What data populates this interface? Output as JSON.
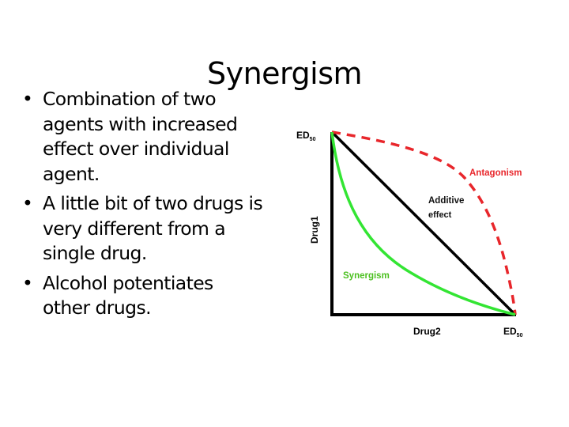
{
  "slide": {
    "title": "Synergism",
    "bullets": [
      {
        "bullet_glyph": "•",
        "text": "Combination of two agents with increased effect over individual agent."
      },
      {
        "bullet_glyph": "•",
        "text": "A little bit of two drugs is very different from a single drug."
      },
      {
        "bullet_glyph": "•",
        "text": "Alcohol potentiates other drugs."
      }
    ]
  },
  "diagram": {
    "type": "isobologram",
    "y_axis_label": "Drug1",
    "x_axis_label": "Drug2",
    "y_intercept_label": "ED",
    "y_intercept_subscript": "50",
    "x_intercept_label": "ED",
    "x_intercept_subscript": "50",
    "curves": [
      {
        "name": "Antagonism",
        "label": "Antagonism",
        "color": "#e8262b",
        "style": "dashed"
      },
      {
        "name": "Additive effect",
        "label_line1": "Additive",
        "label_line2": "effect",
        "color": "#000000",
        "style": "solid"
      },
      {
        "name": "Synergism",
        "label": "Synergism",
        "color": "#33e533",
        "style": "solid"
      }
    ],
    "colors": {
      "axis": "#000000",
      "antagonism": "#e8262b",
      "additive": "#000000",
      "synergism": "#33e533",
      "synergism_label": "#4cc020"
    }
  }
}
